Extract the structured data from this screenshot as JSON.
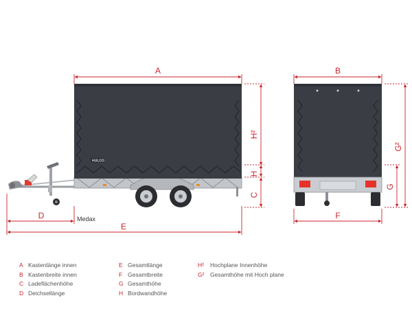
{
  "dimensions": {
    "A": "A",
    "B": "B",
    "C": "C",
    "D": "D",
    "E": "E",
    "F": "F",
    "G": "G",
    "G2": "G²",
    "H": "H",
    "H2": "H²"
  },
  "brand_label": "Medax",
  "logo_text": "HULCO",
  "colors": {
    "dimension": "#c8232c",
    "tarp": "#3a3d44",
    "frame": "#b9bcc1",
    "tail_light": "#e7322b",
    "marker": "#f08a1c"
  },
  "legend": {
    "col1": [
      {
        "key": "A",
        "text": "Kastenlänge innen"
      },
      {
        "key": "B",
        "text": "Kastenbreite innen"
      },
      {
        "key": "C",
        "text": "Ladeflächenhöhe"
      },
      {
        "key": "D",
        "text": "Deichsellänge"
      }
    ],
    "col2": [
      {
        "key": "E",
        "text": "Gesamtlänge"
      },
      {
        "key": "F",
        "text": "Gesamtbreite"
      },
      {
        "key": "G",
        "text": "Gesamthöhe"
      },
      {
        "key": "H",
        "text": "Bordwandhöhe"
      }
    ],
    "col3": [
      {
        "key": "H²",
        "text": "Hochplane Innenhöhe"
      },
      {
        "key": "G²",
        "text": "Gesamthöhe mit Hoch plane"
      }
    ]
  }
}
